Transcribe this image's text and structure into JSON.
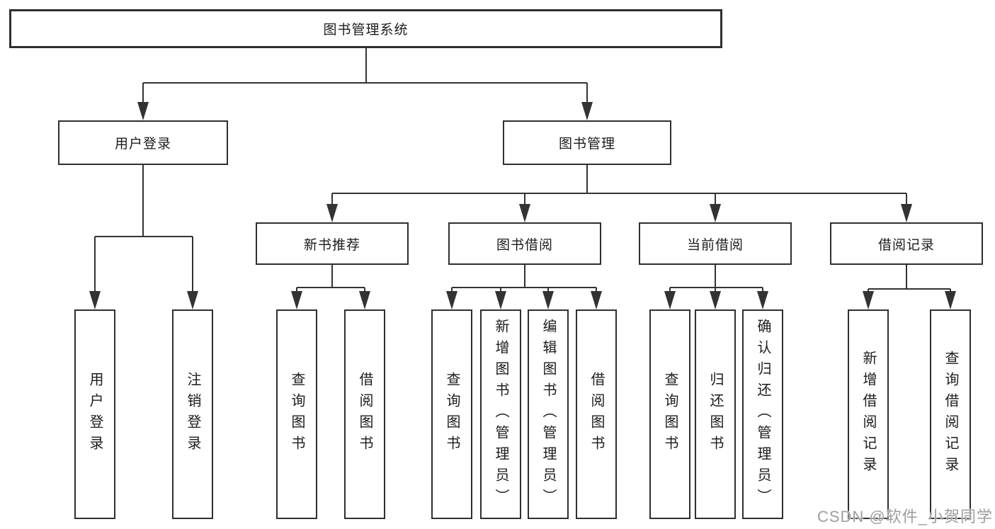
{
  "diagram": {
    "nodes": {
      "root": "图书管理系统",
      "user_login": "用户登录",
      "book_mgmt": "图书管理",
      "new_book_rec": "新书推荐",
      "book_borrow": "图书借阅",
      "current_borrow": "当前借阅",
      "borrow_records": "借阅记录",
      "leaf_user_login": "用户登录",
      "leaf_logout": "注销登录",
      "leaf_nb_query": "查询图书",
      "leaf_nb_borrow": "借阅图书",
      "leaf_bb_query": "查询图书",
      "leaf_bb_add": "新增图书（管理员）",
      "leaf_bb_edit": "编辑图书（管理员）",
      "leaf_bb_borrow": "借阅图书",
      "leaf_cb_query": "查询图书",
      "leaf_cb_return": "归还图书",
      "leaf_cb_confirm": "确认归还（管理员）",
      "leaf_br_add": "新增借阅记录",
      "leaf_br_query": "查询借阅记录"
    },
    "colors": {
      "line": "#333333",
      "box_border": "#2f2f2f",
      "text": "#1c1c1c",
      "watermark": "#9e9e9e",
      "background": "#ffffff"
    }
  },
  "watermark": "CSDN @软件_小贺同学"
}
